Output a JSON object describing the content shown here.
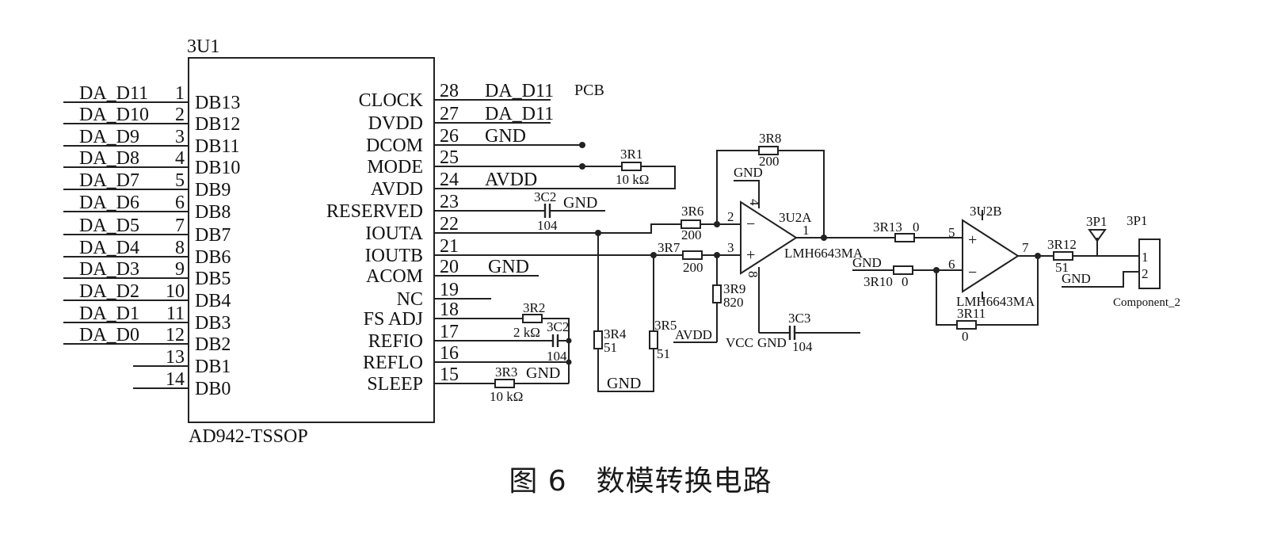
{
  "figure": {
    "caption": "图 6　数模转换电路",
    "ic_ref": "3U1",
    "ic_part": "AD942-TSSOP",
    "left_pins": [
      {
        "net": "DA_D11",
        "num": "1",
        "name": "DB13"
      },
      {
        "net": "DA_D10",
        "num": "2",
        "name": "DB12"
      },
      {
        "net": "DA_D9",
        "num": "3",
        "name": "DB11"
      },
      {
        "net": "DA_D8",
        "num": "4",
        "name": "DB10"
      },
      {
        "net": "DA_D7",
        "num": "5",
        "name": "DB9"
      },
      {
        "net": "DA_D6",
        "num": "6",
        "name": "DB8"
      },
      {
        "net": "DA_D5",
        "num": "7",
        "name": "DB7"
      },
      {
        "net": "DA_D4",
        "num": "8",
        "name": "DB6"
      },
      {
        "net": "DA_D3",
        "num": "9",
        "name": "DB5"
      },
      {
        "net": "DA_D2",
        "num": "10",
        "name": "DB4"
      },
      {
        "net": "DA_D1",
        "num": "11",
        "name": "DB3"
      },
      {
        "net": "DA_D0",
        "num": "12",
        "name": "DB2"
      },
      {
        "net": "",
        "num": "13",
        "name": "DB1"
      },
      {
        "net": "",
        "num": "14",
        "name": "DB0"
      }
    ],
    "right_pins": [
      {
        "num": "28",
        "name": "CLOCK",
        "net": "DA_D11"
      },
      {
        "num": "27",
        "name": "DVDD",
        "net": "DA_D11"
      },
      {
        "num": "26",
        "name": "DCOM",
        "net": "GND"
      },
      {
        "num": "25",
        "name": "MODE",
        "net": ""
      },
      {
        "num": "24",
        "name": "AVDD",
        "net": "AVDD"
      },
      {
        "num": "23",
        "name": "RESERVED",
        "net": ""
      },
      {
        "num": "22",
        "name": "IOUTA",
        "net": ""
      },
      {
        "num": "21",
        "name": "IOUTB",
        "net": ""
      },
      {
        "num": "20",
        "name": "ACOM",
        "net": "GND"
      },
      {
        "num": "19",
        "name": "NC",
        "net": ""
      },
      {
        "num": "18",
        "name": "FS ADJ",
        "net": ""
      },
      {
        "num": "17",
        "name": "REFIO",
        "net": ""
      },
      {
        "num": "16",
        "name": "REFLO",
        "net": ""
      },
      {
        "num": "15",
        "name": "SLEEP",
        "net": ""
      }
    ],
    "labels": {
      "pcb": "PCB",
      "r1": "3R1",
      "r1v": "10 kΩ",
      "c2a": "3C2",
      "c2a_v": "104",
      "gnd_c2a": "GND",
      "r2": "3R2",
      "r2v": "2 kΩ",
      "c2b": "3C2",
      "c2b_v": "104",
      "r3": "3R3",
      "r3v": "10 kΩ",
      "gnd_r3": "GND",
      "r4": "3R4",
      "r4v": "51",
      "r5": "3R5",
      "r5v": "51",
      "avdd2": "AVDD",
      "gnd_bottom": "GND",
      "r6": "3R6",
      "r6v": "200",
      "r7": "3R7",
      "r7v": "200",
      "r8": "3R8",
      "r8v": "200",
      "r9": "3R9",
      "r9v": "820",
      "gnd_r8": "GND",
      "u2a": "3U2A",
      "u2a_part": "LMH6643MA",
      "u2a_p2": "2",
      "u2a_p3": "3",
      "u2a_p1": "1",
      "u2a_p4": "4",
      "u2a_p8": "8",
      "vcc": "VCC",
      "gnd_vcc": "GND",
      "c3": "3C3",
      "c3v": "104",
      "r13": "3R13",
      "r13v": "0",
      "r10": "3R10",
      "r10v": "0",
      "gnd_r10": "GND",
      "u2b": "3U2B",
      "u2b_part": "LMH6643MA",
      "u2b_p5": "5",
      "u2b_p6": "6",
      "u2b_p7": "7",
      "r11": "3R11",
      "r11v": "0",
      "r12": "3R12",
      "r12v": "51",
      "p1_top": "3P1",
      "p1": "3P1",
      "p1_pin1": "1",
      "p1_pin2": "2",
      "gnd_p1": "GND",
      "p1_part": "Component_2"
    }
  }
}
